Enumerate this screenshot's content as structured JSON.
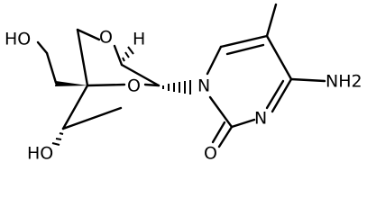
{
  "structure": {
    "labels": {
      "ho_top": "HO",
      "ho_bottom": "HO",
      "o_bridge_top": "O",
      "o_bridge_mid": "O",
      "h_stereo": "H",
      "n1": "N",
      "n3": "N",
      "nh2": "NH2",
      "o_carbonyl": "O"
    },
    "colors": {
      "ink": "#000000",
      "background": "#ffffff"
    }
  }
}
